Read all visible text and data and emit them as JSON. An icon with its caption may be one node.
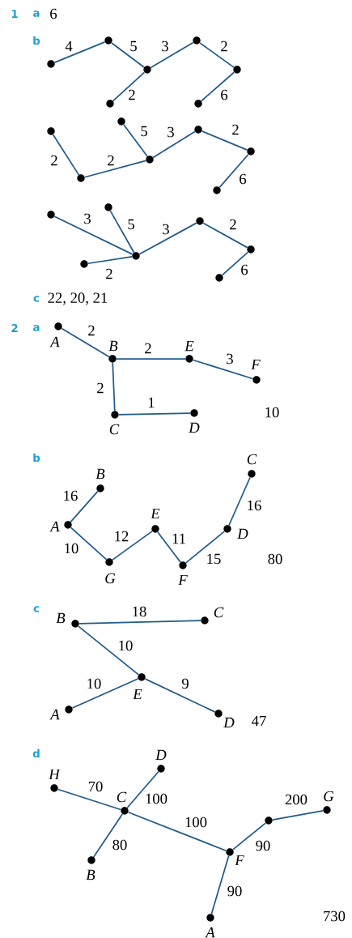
{
  "diagram": {
    "nodes": [
      {
        "text": [],
        "shape": "circle"
      },
      {
        "text": [],
        "shape": "circle"
      },
      {
        "text": [],
        "shape": "circle"
      },
      {
        "text": [],
        "shape": "circle"
      },
      {
        "text": [],
        "shape": "circle"
      },
      {
        "text": [],
        "shape": "circle"
      },
      {
        "text": [],
        "shape": "circle"
      },
      {
        "text": [],
        "shape": "circle"
      },
      {
        "text": [],
        "shape": "circle"
      },
      {
        "text": [],
        "shape": "circle"
      },
      {
        "text": [],
        "shape": "circle"
      },
      {
        "text": [],
        "shape": "circle"
      },
      {
        "text": [],
        "shape": "circle"
      },
      {
        "text": [],
        "shape": "circle"
      },
      {
        "text": [],
        "shape": "circle"
      },
      {
        "text": [],
        "shape": "circle"
      },
      {
        "text": [],
        "shape": "circle"
      },
      {
        "text": [],
        "shape": "circle"
      },
      {
        "text": [],
        "shape": "circle"
      },
      {
        "text": [],
        "shape": "circle"
      },
      {
        "text": [],
        "shape": "circle"
      },
      {
        "text": [],
        "shape": "circle",
        "beside": [
          "A"
        ]
      },
      {
        "text": [],
        "shape": "circle",
        "beside": [
          "B"
        ]
      },
      {
        "text": [],
        "shape": "circle",
        "beside": [
          "E"
        ]
      },
      {
        "text": [],
        "shape": "circle",
        "beside": [
          "F"
        ]
      },
      {
        "text": [],
        "shape": "circle",
        "beside": [
          "C"
        ]
      },
      {
        "text": [],
        "shape": "circle",
        "beside": [
          "D"
        ]
      },
      {
        "text": [],
        "shape": "circle",
        "beside": [
          "B"
        ]
      },
      {
        "text": [],
        "shape": "circle",
        "beside": [
          "C"
        ]
      },
      {
        "text": [],
        "shape": "circle",
        "beside": [
          "A"
        ]
      },
      {
        "text": [],
        "shape": "circle",
        "beside": [
          "E"
        ]
      },
      {
        "text": [],
        "shape": "circle",
        "beside": [
          "D"
        ]
      },
      {
        "text": [],
        "shape": "circle",
        "beside": [
          "G"
        ]
      },
      {
        "text": [],
        "shape": "circle",
        "beside": [
          "F"
        ]
      },
      {
        "text": [],
        "shape": "circle",
        "beside": [
          "B"
        ]
      },
      {
        "text": [],
        "shape": "circle",
        "beside": [
          "C"
        ]
      },
      {
        "text": [],
        "shape": "circle",
        "beside": [
          "E"
        ]
      },
      {
        "text": [],
        "shape": "circle",
        "beside": [
          "A"
        ]
      },
      {
        "text": [],
        "shape": "circle",
        "beside": [
          "D"
        ]
      },
      {
        "text": [],
        "shape": "circle",
        "beside": [
          "D"
        ]
      },
      {
        "text": [],
        "shape": "circle",
        "beside": [
          "H"
        ]
      },
      {
        "text": [],
        "shape": "circle",
        "beside": [
          "C"
        ]
      },
      {
        "text": [],
        "shape": "circle",
        "beside": [
          "G"
        ]
      },
      {
        "text": [],
        "shape": "circle"
      },
      {
        "text": [],
        "shape": "circle",
        "beside": [
          "F"
        ]
      },
      {
        "text": [],
        "shape": "circle",
        "beside": [
          "B"
        ]
      },
      {
        "text": [],
        "shape": "circle",
        "beside": [
          "A"
        ]
      }
    ],
    "edges": [
      {
        "from": 0,
        "to": 1,
        "arrow": "none",
        "label": "4"
      },
      {
        "from": 1,
        "to": 2,
        "arrow": "none",
        "label": "5"
      },
      {
        "from": 2,
        "to": 4,
        "arrow": "none",
        "label": "3"
      },
      {
        "from": 4,
        "to": 5,
        "arrow": "none",
        "label": "2"
      },
      {
        "from": 2,
        "to": 3,
        "arrow": "none",
        "label": "2"
      },
      {
        "from": 5,
        "to": 6,
        "arrow": "none",
        "label": "6"
      },
      {
        "from": 7,
        "to": 8,
        "arrow": "none",
        "label": "2"
      },
      {
        "from": 8,
        "to": 10,
        "arrow": "none",
        "label": "2"
      },
      {
        "from": 9,
        "to": 10,
        "arrow": "none",
        "label": "5"
      },
      {
        "from": 10,
        "to": 11,
        "arrow": "none",
        "label": "3"
      },
      {
        "from": 11,
        "to": 12,
        "arrow": "none",
        "label": "2"
      },
      {
        "from": 12,
        "to": 13,
        "arrow": "none",
        "label": "6"
      },
      {
        "from": 14,
        "to": 17,
        "arrow": "none",
        "label": "3"
      },
      {
        "from": 15,
        "to": 17,
        "arrow": "none",
        "label": "5"
      },
      {
        "from": 16,
        "to": 17,
        "arrow": "none",
        "label": "2"
      },
      {
        "from": 17,
        "to": 18,
        "arrow": "none",
        "label": "3"
      },
      {
        "from": 18,
        "to": 19,
        "arrow": "none",
        "label": "2"
      },
      {
        "from": 19,
        "to": 20,
        "arrow": "none",
        "label": "6"
      },
      {
        "from": 21,
        "to": 22,
        "arrow": "none",
        "label": "2"
      },
      {
        "from": 22,
        "to": 23,
        "arrow": "none",
        "label": "2"
      },
      {
        "from": 23,
        "to": 24,
        "arrow": "none",
        "label": "3"
      },
      {
        "from": 22,
        "to": 25,
        "arrow": "none",
        "label": "2"
      },
      {
        "from": 25,
        "to": 26,
        "arrow": "none",
        "label": "1"
      },
      {
        "from": 29,
        "to": 27,
        "arrow": "none",
        "label": "16"
      },
      {
        "from": 29,
        "to": 32,
        "arrow": "none",
        "label": "10"
      },
      {
        "from": 32,
        "to": 30,
        "arrow": "none",
        "label": "12"
      },
      {
        "from": 30,
        "to": 33,
        "arrow": "none",
        "label": "11"
      },
      {
        "from": 33,
        "to": 31,
        "arrow": "none",
        "label": "15"
      },
      {
        "from": 31,
        "to": 28,
        "arrow": "none",
        "label": "16"
      },
      {
        "from": 34,
        "to": 35,
        "arrow": "none",
        "label": "18"
      },
      {
        "from": 34,
        "to": 36,
        "arrow": "none",
        "label": "10"
      },
      {
        "from": 37,
        "to": 36,
        "arrow": "none",
        "label": "10"
      },
      {
        "from": 36,
        "to": 38,
        "arrow": "none",
        "label": "9"
      },
      {
        "from": 40,
        "to": 41,
        "arrow": "none",
        "label": "70"
      },
      {
        "from": 41,
        "to": 39,
        "arrow": "none",
        "label": "100"
      },
      {
        "from": 41,
        "to": 45,
        "arrow": "none",
        "label": "80"
      },
      {
        "from": 41,
        "to": 44,
        "arrow": "none",
        "label": "100"
      },
      {
        "from": 44,
        "to": 43,
        "arrow": "none",
        "label": "90"
      },
      {
        "from": 43,
        "to": 42,
        "arrow": "none",
        "label": "200"
      },
      {
        "from": 44,
        "to": 46,
        "arrow": "none",
        "label": "90"
      }
    ],
    "labels": [
      "1",
      "a",
      "6",
      "b",
      "c",
      "22, 20, 21",
      "2",
      "a",
      "10",
      "b",
      "80",
      "c",
      "47",
      "d",
      "730"
    ]
  }
}
